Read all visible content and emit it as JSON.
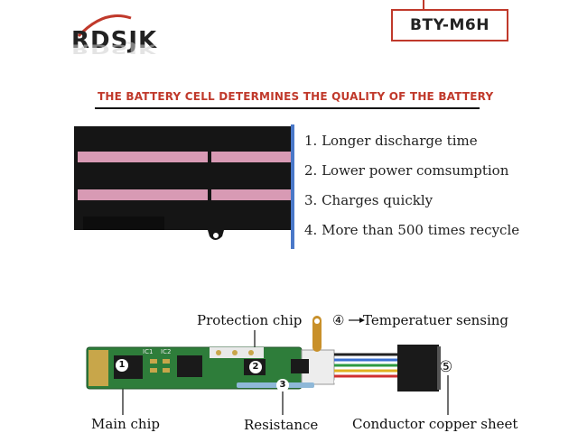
{
  "logo": {
    "text": "RDSJK"
  },
  "model": {
    "label": "BTY-M6H"
  },
  "headline": "THE BATTERY CELL DETERMINES THE QUALITY OF THE BATTERY",
  "features": [
    "1. Longer discharge time",
    "2. Lower power comsumption",
    "3. Charges quickly",
    "4. More than 500 times recycle"
  ],
  "labels": {
    "protection_chip": "Protection chip",
    "temperature_num": "④",
    "temperature": "Temperatuer sensing",
    "main_chip": "Main chip",
    "resistance": "Resistance",
    "copper_sheet": "Conductor copper sheet",
    "copper_num": "⑤"
  },
  "board_markers": [
    "1",
    "2",
    "3"
  ],
  "silkscreen": {
    "ic1": "IC1",
    "ic2": "IC2"
  },
  "colors": {
    "accent": "#c0392b",
    "divider": "#4a78c8",
    "cell_pink": "#d89ab4",
    "pcb_green": "#2e7d3a"
  }
}
